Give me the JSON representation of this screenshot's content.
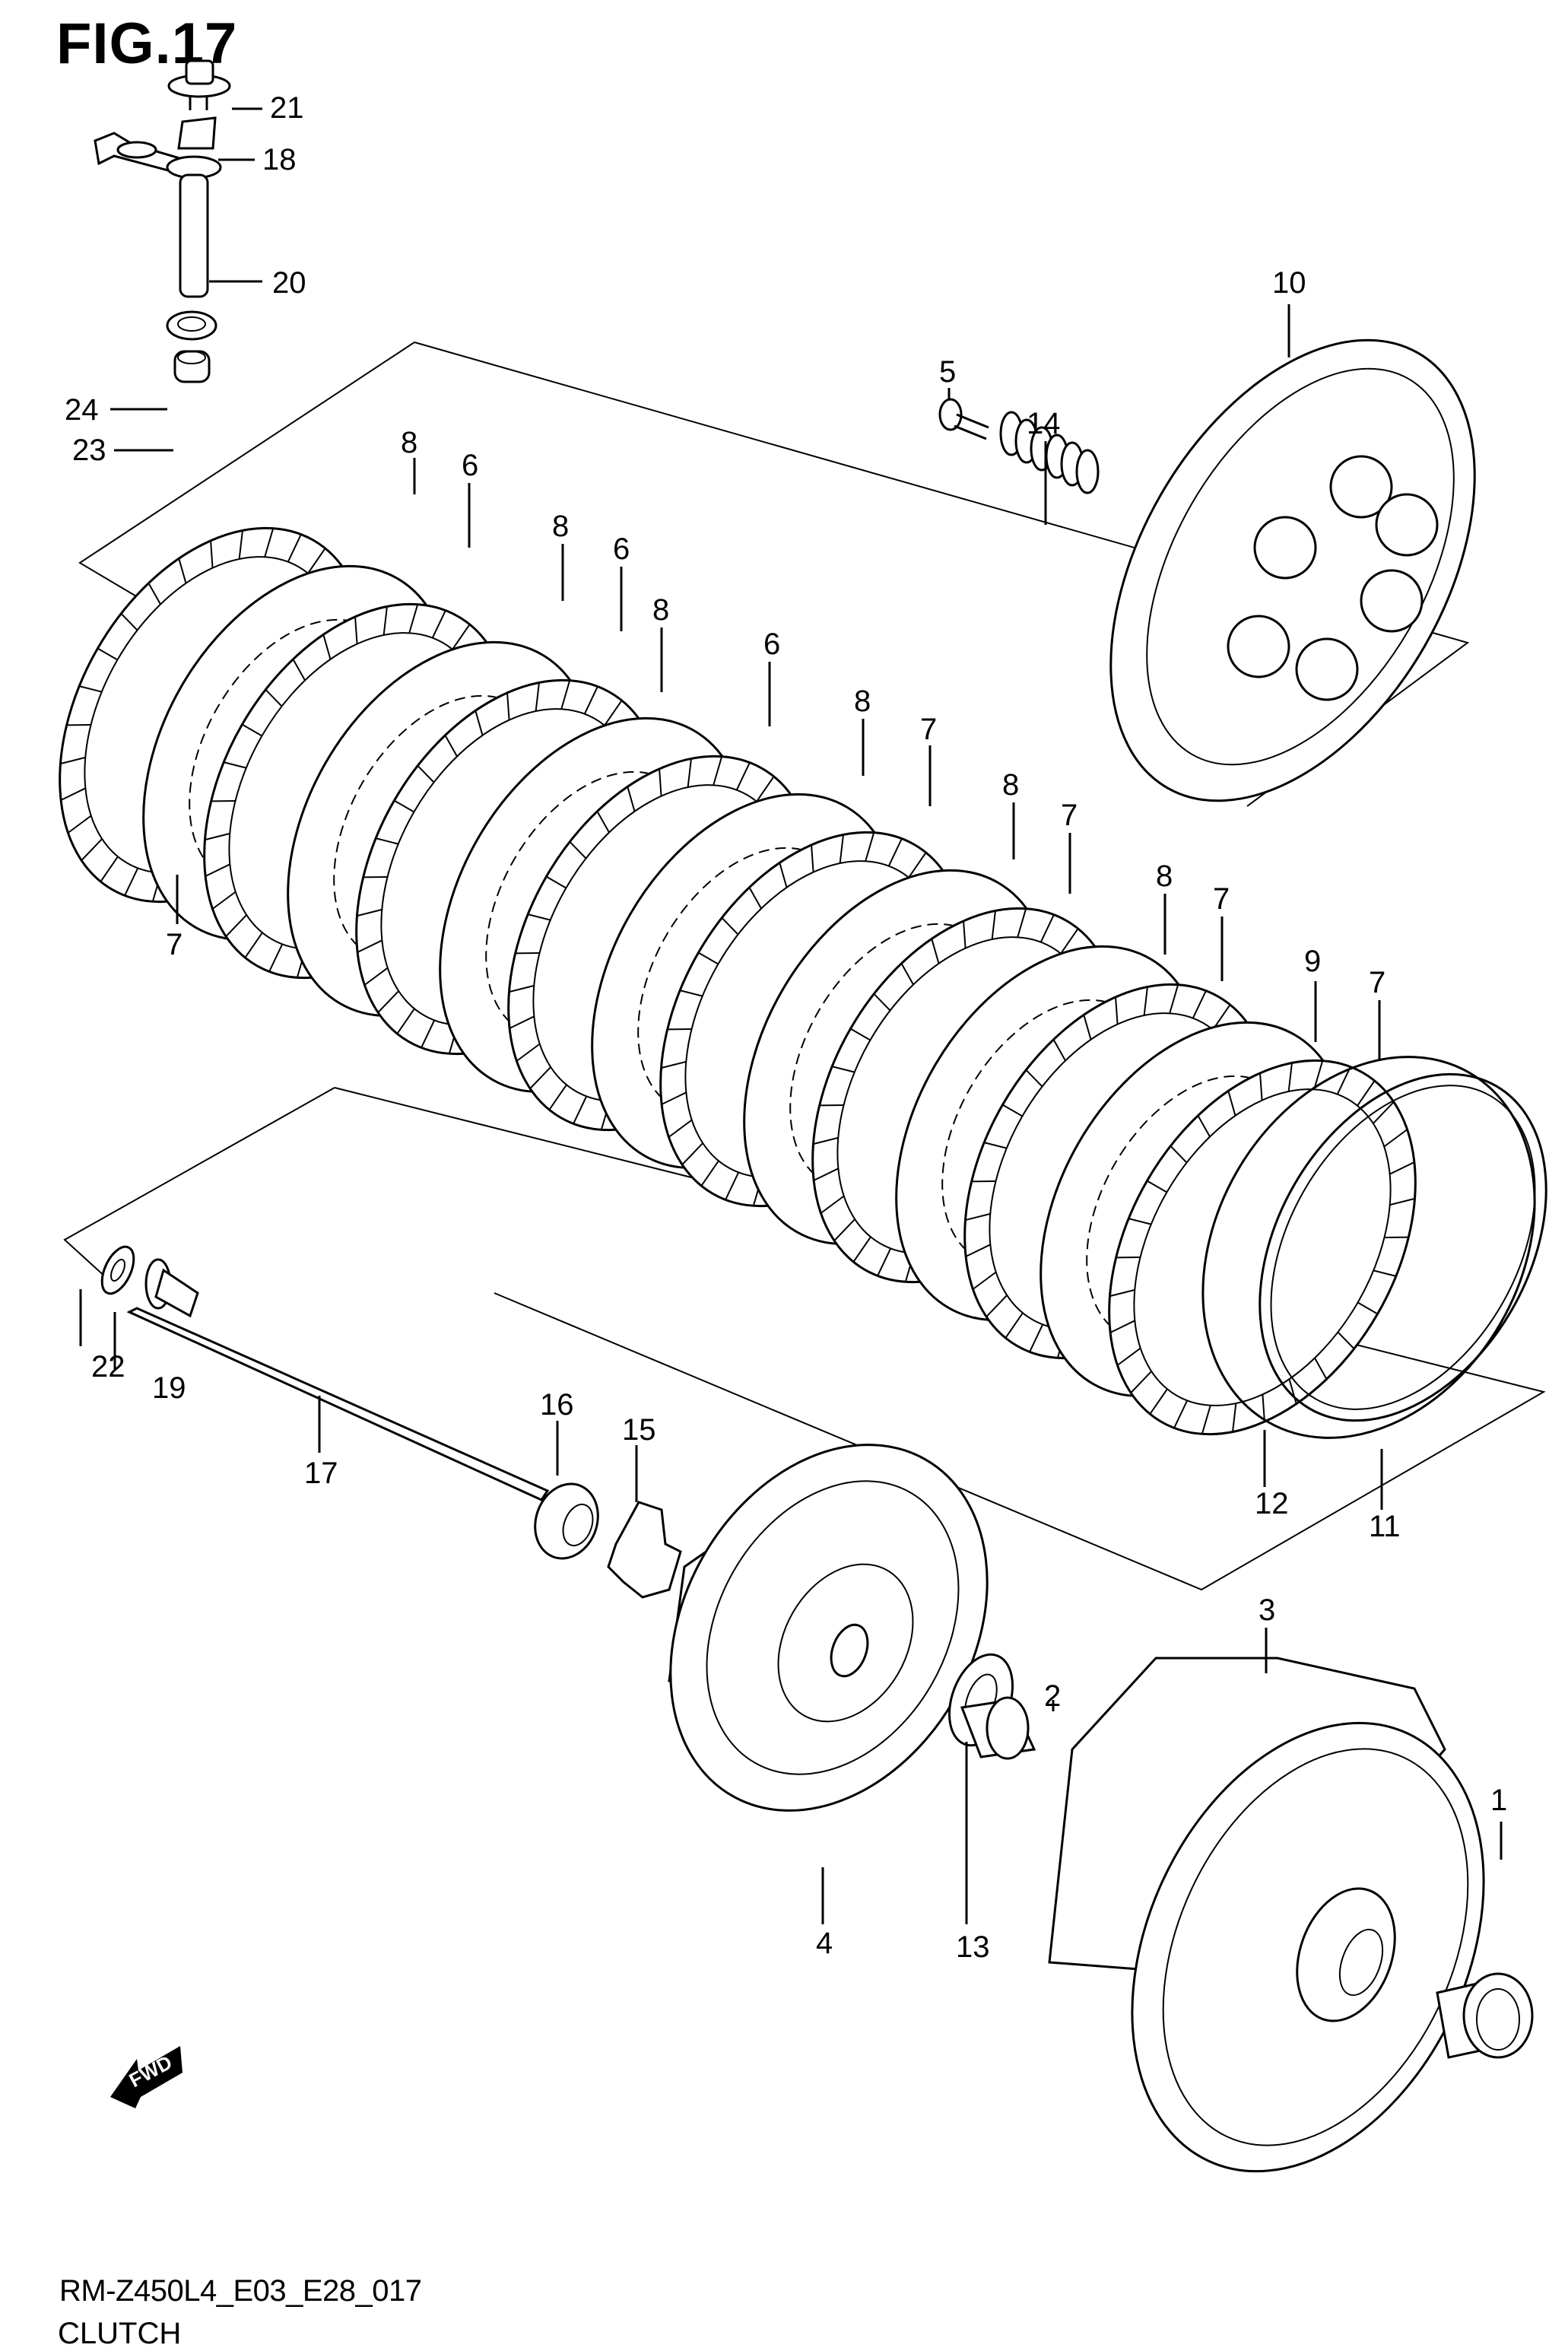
{
  "figure": {
    "title": "FIG.17",
    "model_code": "RM-Z450L4_E03_E28_017",
    "section_name": "CLUTCH",
    "direction_marker": "FWD"
  },
  "callouts": [
    {
      "id": "c21",
      "number": "21",
      "part": "bolt"
    },
    {
      "id": "c18",
      "number": "18",
      "part": "plate"
    },
    {
      "id": "c20",
      "number": "20",
      "part": "clutch release camshaft"
    },
    {
      "id": "c24",
      "number": "24",
      "part": "oil seal"
    },
    {
      "id": "c23",
      "number": "23",
      "part": "needle bearing"
    },
    {
      "id": "c10",
      "number": "10",
      "part": "pressure plate"
    },
    {
      "id": "c5",
      "number": "5",
      "part": "bolt"
    },
    {
      "id": "c14",
      "number": "14",
      "part": "clutch spring"
    },
    {
      "id": "c7a",
      "number": "7",
      "part": "drive plate"
    },
    {
      "id": "c8a",
      "number": "8",
      "part": "driven plate"
    },
    {
      "id": "c6a",
      "number": "6",
      "part": "drive plate"
    },
    {
      "id": "c8b",
      "number": "8",
      "part": "driven plate"
    },
    {
      "id": "c6b",
      "number": "6",
      "part": "drive plate"
    },
    {
      "id": "c8c",
      "number": "8",
      "part": "driven plate"
    },
    {
      "id": "c6c",
      "number": "6",
      "part": "drive plate"
    },
    {
      "id": "c8d",
      "number": "8",
      "part": "driven plate"
    },
    {
      "id": "c7b",
      "number": "7",
      "part": "drive plate"
    },
    {
      "id": "c8e",
      "number": "8",
      "part": "driven plate"
    },
    {
      "id": "c7c",
      "number": "7",
      "part": "drive plate"
    },
    {
      "id": "c8f",
      "number": "8",
      "part": "driven plate"
    },
    {
      "id": "c7d",
      "number": "7",
      "part": "drive plate"
    },
    {
      "id": "c9",
      "number": "9",
      "part": "driven plate"
    },
    {
      "id": "c7e",
      "number": "7",
      "part": "drive plate"
    },
    {
      "id": "c12",
      "number": "12",
      "part": "spring washer seat"
    },
    {
      "id": "c11",
      "number": "11",
      "part": "spring washer"
    },
    {
      "id": "c22",
      "number": "22",
      "part": "thrust bearing"
    },
    {
      "id": "c19",
      "number": "19",
      "part": "push piece"
    },
    {
      "id": "c17",
      "number": "17",
      "part": "push rod"
    },
    {
      "id": "c16",
      "number": "16",
      "part": "nut"
    },
    {
      "id": "c15",
      "number": "15",
      "part": "lock washer"
    },
    {
      "id": "c3",
      "number": "3",
      "part": "primary driven gear assembly"
    },
    {
      "id": "c2",
      "number": "2",
      "part": "needle bearing"
    },
    {
      "id": "c13",
      "number": "13",
      "part": "thrust washer"
    },
    {
      "id": "c4",
      "number": "4",
      "part": "clutch sleeve hub"
    },
    {
      "id": "c1",
      "number": "1",
      "part": "spacer"
    }
  ]
}
